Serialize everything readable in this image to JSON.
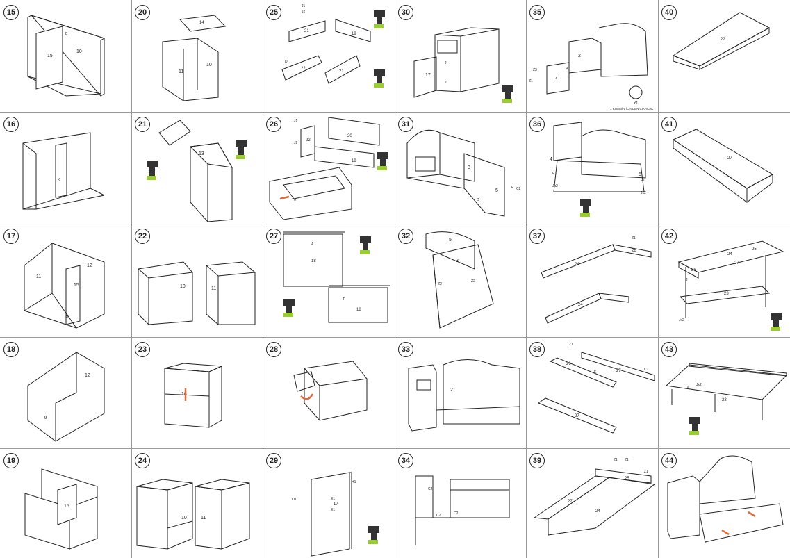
{
  "steps": [
    "15",
    "16",
    "17",
    "18",
    "19",
    "20",
    "21",
    "22",
    "23",
    "24",
    "25",
    "26",
    "27",
    "28",
    "29",
    "30",
    "31",
    "32",
    "33",
    "34",
    "35",
    "36",
    "37",
    "38",
    "39",
    "40",
    "41",
    "42",
    "43",
    "44"
  ],
  "labels": {
    "s15": [
      "15",
      "10",
      "B"
    ],
    "s16": [
      "9"
    ],
    "s17": [
      "11",
      "12",
      "15",
      "9"
    ],
    "s18": [
      "12",
      "9"
    ],
    "s19": [
      "15"
    ],
    "s20": [
      "14",
      "10",
      "11"
    ],
    "s21": [
      "13"
    ],
    "s22": [
      "10",
      "11"
    ],
    "s23": [
      "16"
    ],
    "s24": [
      "10",
      "11"
    ],
    "s25": [
      "21",
      "19",
      "22",
      "21",
      "J1",
      "J2",
      "D"
    ],
    "s26": [
      "20",
      "22",
      "19",
      "J1",
      "J2",
      "T6"
    ],
    "s27": [
      "18",
      "18",
      "J",
      "T"
    ],
    "s28": [],
    "s29": [
      "17",
      "E1",
      "E1",
      "O1",
      "H1"
    ],
    "s30": [
      "17",
      "J",
      "J"
    ],
    "s31": [
      "3",
      "5",
      "P",
      "C2",
      "D"
    ],
    "s32": [
      "5",
      "3",
      "Z2",
      "Z2"
    ],
    "s33": [
      "2"
    ],
    "s34": [
      "C2",
      "C2",
      "C2"
    ],
    "s35": [
      "2",
      "4",
      "Z3",
      "Z1",
      "Y1",
      "A"
    ],
    "s36": [
      "4",
      "5",
      "P1",
      "Jx2",
      "P1",
      "Jx2"
    ],
    "s37": [
      "24",
      "24",
      "26",
      "Z1"
    ],
    "s38": [
      "26",
      "27",
      "27",
      "Z1",
      "C1",
      "E"
    ],
    "s39": [
      "27",
      "24",
      "25",
      "Z1",
      "Z1",
      "Z1"
    ],
    "s40": [
      "22"
    ],
    "s41": [
      "27"
    ],
    "s42": [
      "24",
      "25",
      "26",
      "27",
      "23",
      "J",
      "Jx2"
    ],
    "s43": [
      "23",
      "Jx2",
      "S"
    ],
    "s44": []
  },
  "notes": {
    "y1": "Y1 KOMBİN İÇİNDEN ÇIKACAK"
  },
  "colors": {
    "line": "#222222",
    "grid": "#9a9a9a",
    "arrow": "#e06a3a",
    "drill": "#333333",
    "drill_accent": "#9acd32"
  },
  "icons": [
    "drill-icon",
    "arrow-icon",
    "screw-icon"
  ]
}
